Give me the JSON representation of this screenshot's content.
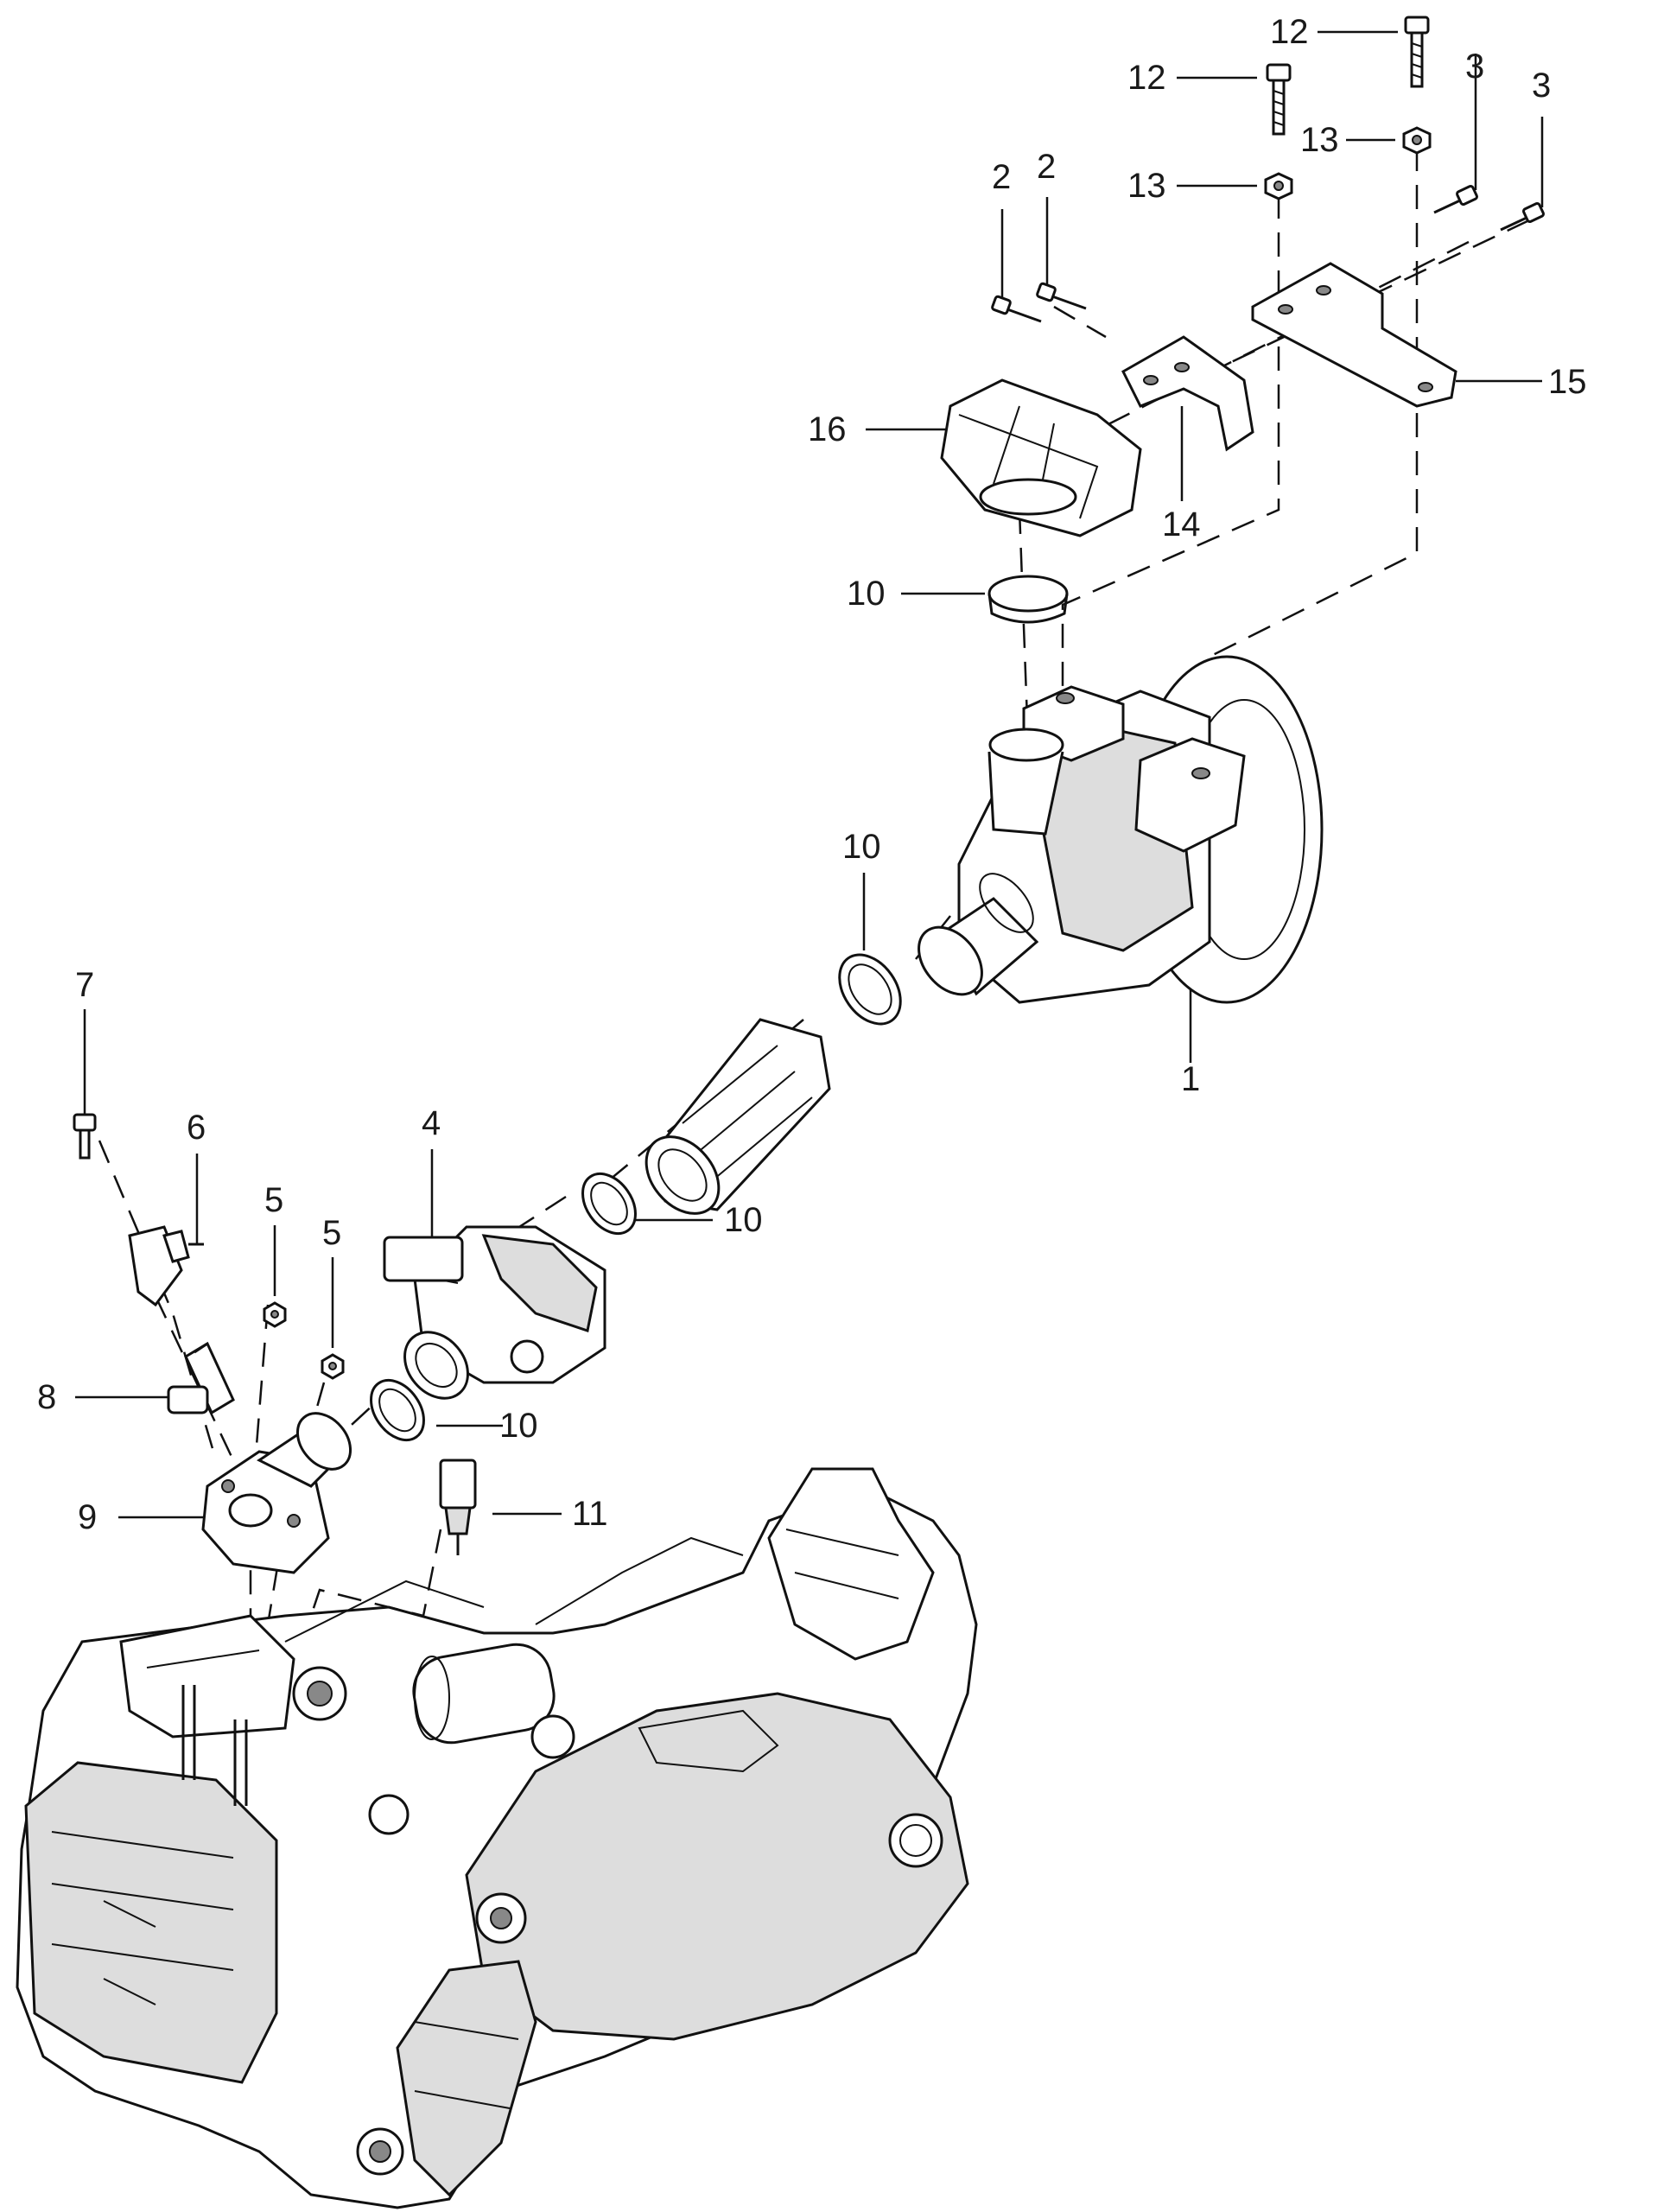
{
  "callouts": [
    {
      "id": "label-12-a",
      "text": "12"
    },
    {
      "id": "label-12-b",
      "text": "12"
    },
    {
      "id": "label-3-a",
      "text": "3"
    },
    {
      "id": "label-3-b",
      "text": "3"
    },
    {
      "id": "label-13-a",
      "text": "13"
    },
    {
      "id": "label-13-b",
      "text": "13"
    },
    {
      "id": "label-2-a",
      "text": "2"
    },
    {
      "id": "label-2-b",
      "text": "2"
    },
    {
      "id": "label-15",
      "text": "15"
    },
    {
      "id": "label-16",
      "text": "16"
    },
    {
      "id": "label-14",
      "text": "14"
    },
    {
      "id": "label-10-a",
      "text": "10"
    },
    {
      "id": "label-10-b",
      "text": "10"
    },
    {
      "id": "label-1",
      "text": "1"
    },
    {
      "id": "label-7",
      "text": "7"
    },
    {
      "id": "label-6",
      "text": "6"
    },
    {
      "id": "label-4",
      "text": "4"
    },
    {
      "id": "label-5-a",
      "text": "5"
    },
    {
      "id": "label-5-b",
      "text": "5"
    },
    {
      "id": "label-10-c",
      "text": "10"
    },
    {
      "id": "label-8",
      "text": "8"
    },
    {
      "id": "label-10-d",
      "text": "10"
    },
    {
      "id": "label-9",
      "text": "9"
    },
    {
      "id": "label-11",
      "text": "11"
    }
  ]
}
